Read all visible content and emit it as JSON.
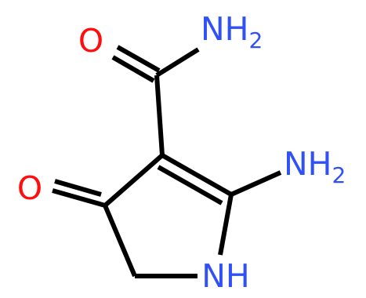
{
  "colors": {
    "background": "#ffffff",
    "bond": "#000000",
    "oxygen": "#ff0d0d",
    "nitrogen": "#3050f8"
  },
  "atoms": {
    "carbonyl_oxygen_top": {
      "element": "O",
      "text": "O"
    },
    "amide_nh2": {
      "main": "NH",
      "sub": "2"
    },
    "ring_ketone_oxygen": {
      "element": "O",
      "text": "O"
    },
    "ring_amino_nh2": {
      "main": "NH",
      "sub": "2"
    },
    "ring_nh": {
      "text": "NH"
    }
  }
}
